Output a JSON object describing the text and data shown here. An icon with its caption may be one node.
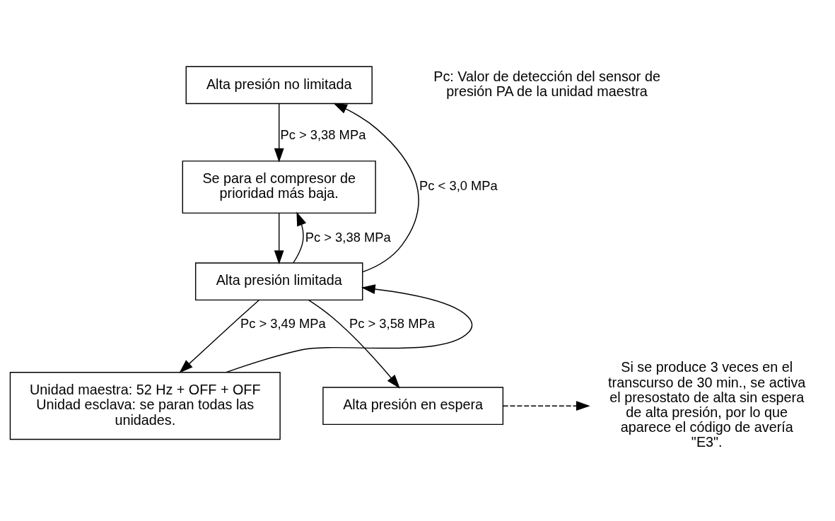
{
  "diagram": {
    "nodes": [
      {
        "text": [
          "Alta presión no limitada"
        ]
      },
      {
        "text": [
          "Se para el compresor de prioridad más baja."
        ]
      },
      {
        "text": [
          "Alta presión limitada"
        ]
      },
      {
        "text": [
          "Unidad maestra: 52 Hz + OFF + OFF",
          "Unidad esclava: se paran todas las unidades."
        ]
      },
      {
        "text": [
          "Alta presión en espera"
        ]
      },
      {
        "text": [
          "Si se produce 3 veces en el transcurso de 30 min., se activa el presostato de alta sin espera de alta presión, por lo que aparece el código de avería \"E3\"."
        ]
      }
    ],
    "edges": [
      {
        "from": 0,
        "to": 1,
        "arrow": "to",
        "label": "Pc > 3,38 MPa"
      },
      {
        "from": 1,
        "to": 2,
        "arrow": "to"
      },
      {
        "from": 2,
        "to": 0,
        "arrow": "to",
        "label": "Pc < 3,0 MPa"
      },
      {
        "from": 2,
        "to": 1,
        "arrow": "to",
        "label": "Pc > 3,38 MPa"
      },
      {
        "from": 2,
        "to": 3,
        "arrow": "to",
        "label": "Pc > 3,49 MPa"
      },
      {
        "from": 3,
        "to": 2,
        "arrow": "to"
      },
      {
        "from": 2,
        "to": 4,
        "arrow": "to",
        "label": "Pc > 3,58 MPa"
      },
      {
        "from": 4,
        "to": 5,
        "arrow": "to",
        "style": "dashed"
      }
    ],
    "labels": [
      "Pc: Valor de detección del sensor de presión PA de la unidad maestra"
    ]
  }
}
